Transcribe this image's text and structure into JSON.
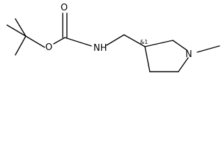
{
  "molecule": {
    "atoms": {
      "carbonyl_oxygen": "O",
      "ester_oxygen": "O",
      "carbamate_nitrogen": "NH",
      "ring_nitrogen": "N",
      "stereo_mark": "&1"
    },
    "colors": {
      "bond": "#000000",
      "label": "#000000",
      "background": "#ffffff"
    }
  }
}
